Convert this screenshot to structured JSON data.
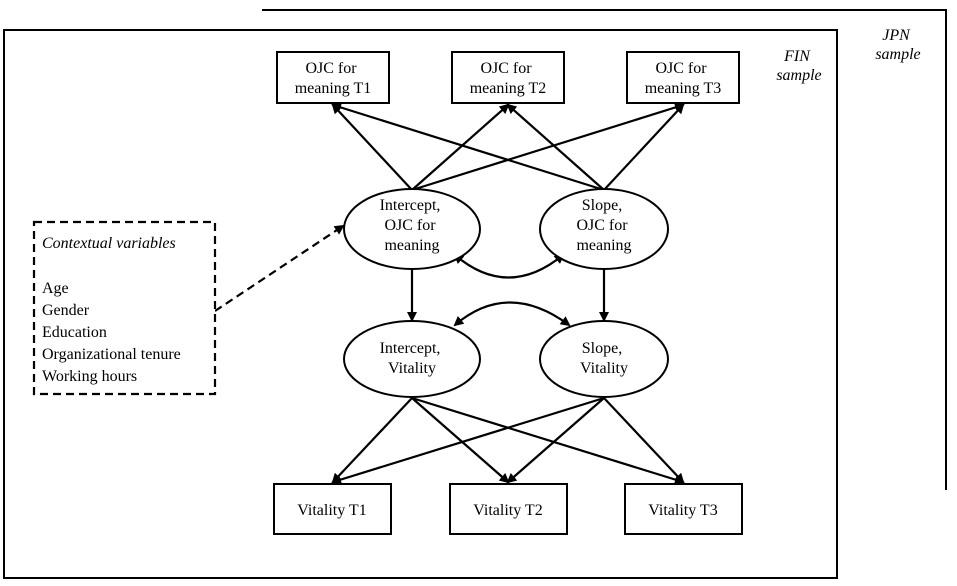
{
  "samples": {
    "outer": [
      "JPN",
      "sample"
    ],
    "inner": [
      "FIN",
      "sample"
    ]
  },
  "top_indicators": [
    [
      "OJC for",
      "meaning T1"
    ],
    [
      "OJC for",
      "meaning T2"
    ],
    [
      "OJC for",
      "meaning T3"
    ]
  ],
  "latent_factors": {
    "intercept_ojc": [
      "Intercept,",
      "OJC for",
      "meaning"
    ],
    "slope_ojc": [
      "Slope,",
      "OJC for",
      "meaning"
    ],
    "intercept_vitality": [
      "Intercept,",
      "Vitality"
    ],
    "slope_vitality": [
      "Slope,",
      "Vitality"
    ]
  },
  "bottom_indicators": [
    "Vitality T1",
    "Vitality T2",
    "Vitality T3"
  ],
  "contextual": {
    "title": "Contextual variables",
    "items": [
      "Age",
      "Gender",
      "Education",
      "Organizational tenure",
      "Working hours"
    ]
  }
}
